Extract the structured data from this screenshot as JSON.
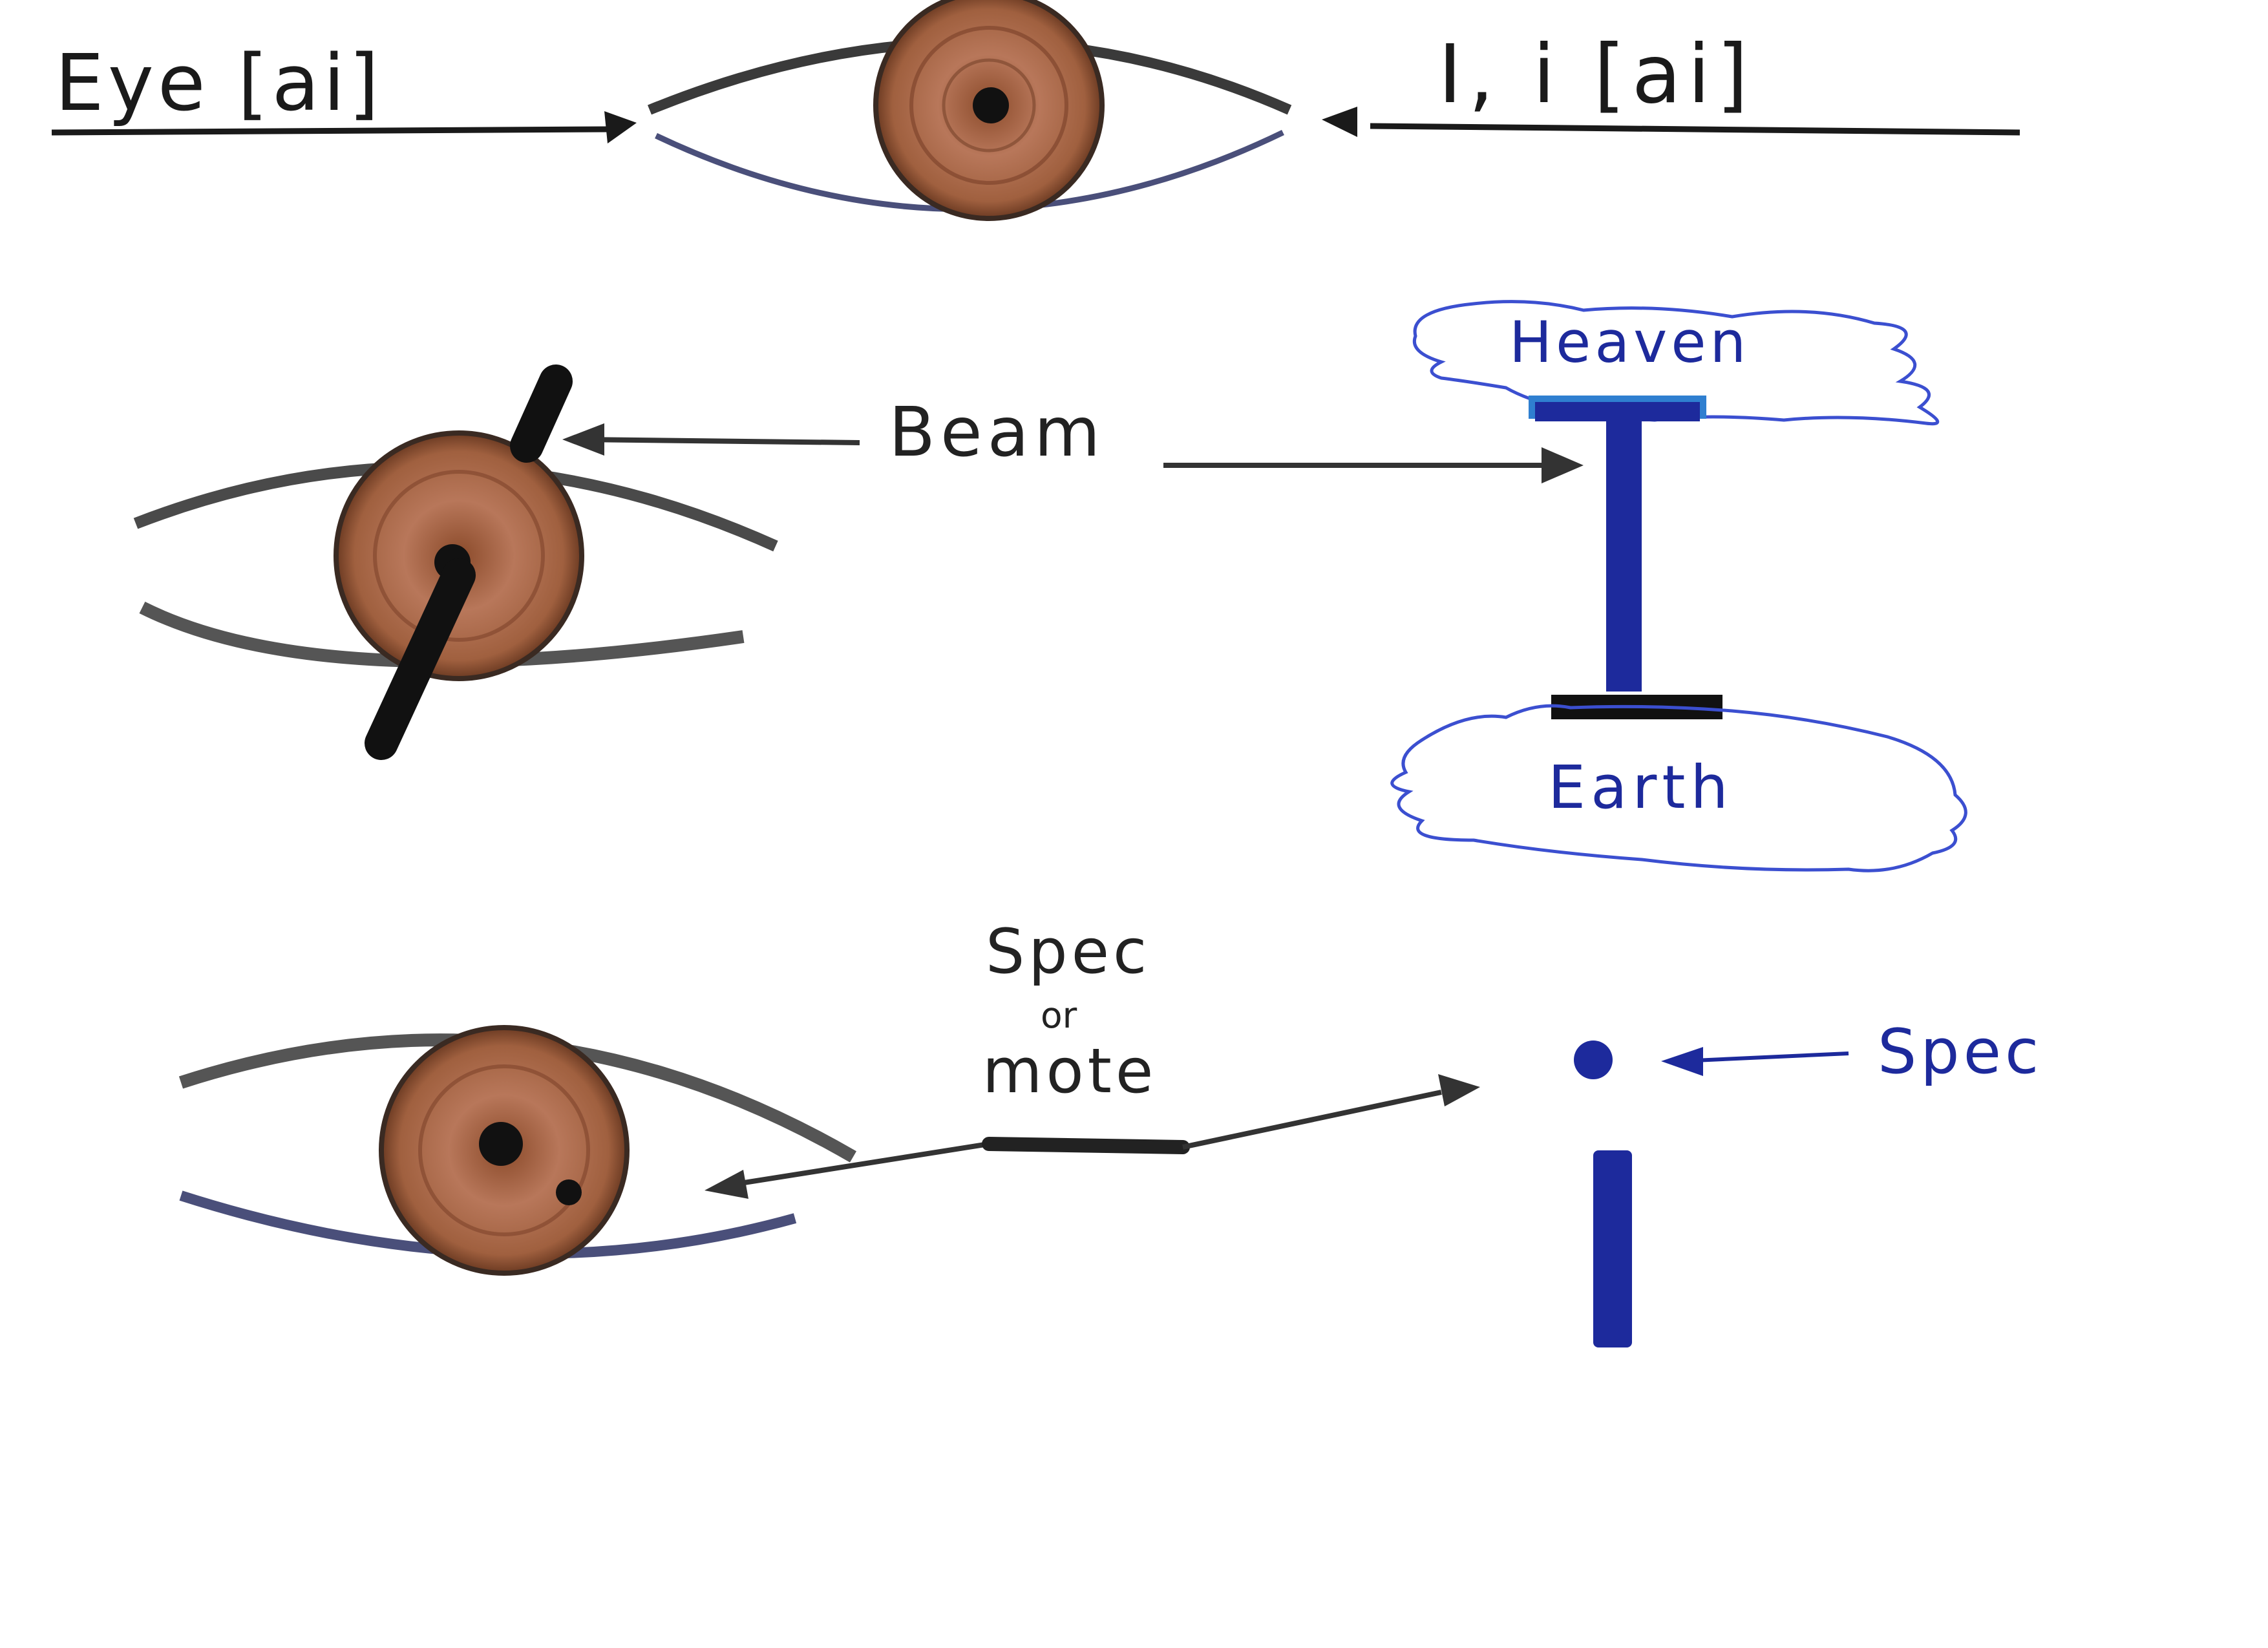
{
  "labels": {
    "eye_word": "Eye [ai]",
    "i_word": "I, i [ai]",
    "beam": "Beam",
    "heaven": "Heaven",
    "earth": "Earth",
    "spec_or_mote_1": "Spec",
    "spec_or_mote_2": "or",
    "spec_or_mote_3": "mote",
    "spec": "Spec"
  },
  "colors": {
    "paper": "#ffffff",
    "pencil": "#2a2a2a",
    "lid_grey": "#6e6e6e",
    "iris": "#a0603f",
    "iris_dark": "#6b3a22",
    "blue_ink": "#1d2a9c",
    "blue_light": "#2f7fd0",
    "cloud_blue": "#3b4fd0"
  },
  "icons": {
    "top_eye": "eye-icon",
    "beam_eye": "eye-with-beam-icon",
    "mote_eye": "eye-with-mote-icon",
    "capital_i": "capital-i-pillar",
    "small_i": "lowercase-i"
  }
}
